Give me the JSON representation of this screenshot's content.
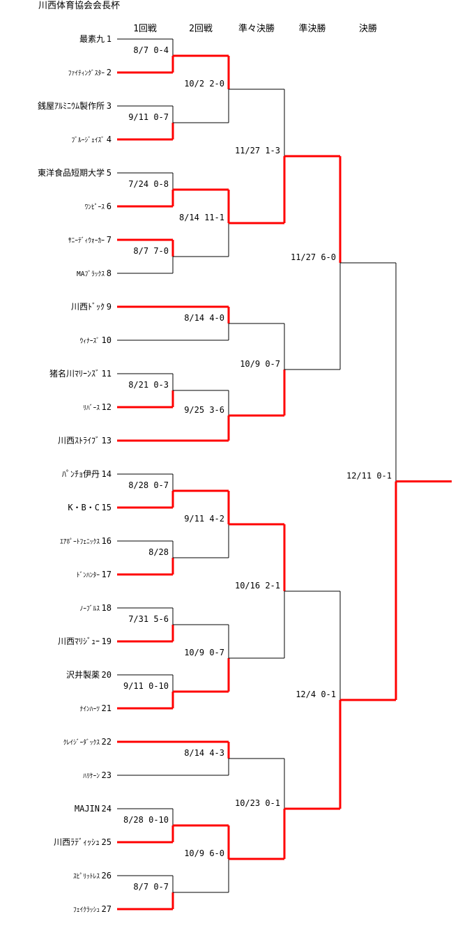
{
  "title": "川西体育協会会長杯",
  "headers": [
    "1回戦",
    "2回戦",
    "準々決勝",
    "準決勝",
    "決勝"
  ],
  "teams": [
    {
      "name": "最素九",
      "seed": "1"
    },
    {
      "name": "ﾌｧｲﾃｨﾝｸﾞｽﾀｰ",
      "seed": "2",
      "small": true
    },
    {
      "name": "銭屋ｱﾙﾐﾆｳﾑ製作所",
      "seed": "3"
    },
    {
      "name": "ﾌﾞﾙｰｼﾞｪｲｽﾞ",
      "seed": "4",
      "small": true
    },
    {
      "name": "東洋食品短期大学",
      "seed": "5"
    },
    {
      "name": "ﾜﾝﾋﾟｰｽ",
      "seed": "6",
      "small": true
    },
    {
      "name": "ｻﾆｰﾃﾞｨｳｫｰｶｰ",
      "seed": "7",
      "small": true
    },
    {
      "name": "MAﾌﾞﾗｯｸｽ",
      "seed": "8",
      "small": true
    },
    {
      "name": "川西ﾄﾞｯｸ",
      "seed": "9"
    },
    {
      "name": "ｳｨﾅｰｽﾞ",
      "seed": "10",
      "small": true
    },
    {
      "name": "猪名川ﾏﾘｰﾝｽﾞ",
      "seed": "11"
    },
    {
      "name": "ﾘﾊﾞｰｽ",
      "seed": "12",
      "small": true
    },
    {
      "name": "川西ｽﾄﾗｲﾌﾞ",
      "seed": "13"
    },
    {
      "name": "ﾊﾟﾝﾁｮ伊丹",
      "seed": "14"
    },
    {
      "name": "K・B・C",
      "seed": "15"
    },
    {
      "name": "ｴｱﾎﾟｰﾄﾌｪﾆｯｸｽ",
      "seed": "16",
      "small": true
    },
    {
      "name": "ﾄﾞﾝﾊﾝﾀｰ",
      "seed": "17",
      "small": true
    },
    {
      "name": "ﾉｰﾌﾞﾙｽ",
      "seed": "18",
      "small": true
    },
    {
      "name": "川西ﾏﾘｼﾞｭｰ",
      "seed": "19"
    },
    {
      "name": "沢井製薬",
      "seed": "20"
    },
    {
      "name": "ﾅｲﾝﾊｰﾂ",
      "seed": "21",
      "small": true
    },
    {
      "name": "ｸﾚｲｼﾞｰﾀﾞｯｸｽ",
      "seed": "22",
      "small": true
    },
    {
      "name": "ﾊﾘｹｰﾝ",
      "seed": "23",
      "small": true
    },
    {
      "name": "MAJIN",
      "seed": "24"
    },
    {
      "name": "川西ﾗﾃﾞｨｯｼｭ",
      "seed": "25"
    },
    {
      "name": "ｽﾋﾟﾘｯﾄﾚｽ",
      "seed": "26",
      "small": true
    },
    {
      "name": "ﾌｪｲｸﾗｯｼｭ",
      "seed": "27",
      "small": true
    }
  ],
  "results": {
    "r1": [
      {
        "label": "8/7  0-4"
      },
      {
        "label": "9/11  0-7"
      },
      {
        "label": "7/24  0-8"
      },
      {
        "label": "8/7  7-0"
      },
      {
        "label": "8/21  0-3"
      },
      {
        "label": "8/28  0-7"
      },
      {
        "label": "8/28"
      },
      {
        "label": "7/31  5-6"
      },
      {
        "label": "9/11  0-10"
      },
      {
        "label": "8/28  0-10"
      },
      {
        "label": "8/7  0-7"
      }
    ],
    "r2": [
      {
        "label": "10/2  2-0"
      },
      {
        "label": "8/14  11-1"
      },
      {
        "label": "8/14  4-0"
      },
      {
        "label": "9/25  3-6"
      },
      {
        "label": "9/11  4-2"
      },
      {
        "label": "10/9  0-7"
      },
      {
        "label": "8/14  4-3"
      },
      {
        "label": "10/9  6-0"
      }
    ],
    "qf": [
      {
        "label": "11/27  1-3"
      },
      {
        "label": "10/9  0-7"
      },
      {
        "label": "10/16  2-1"
      },
      {
        "label": "10/23  0-1"
      }
    ],
    "sf": [
      {
        "label": "11/27  6-0"
      },
      {
        "label": "12/4  0-1"
      }
    ],
    "final": {
      "label": "12/11  0-1"
    }
  },
  "colors": {
    "winner_line": "#ff0000",
    "line": "#000000"
  }
}
